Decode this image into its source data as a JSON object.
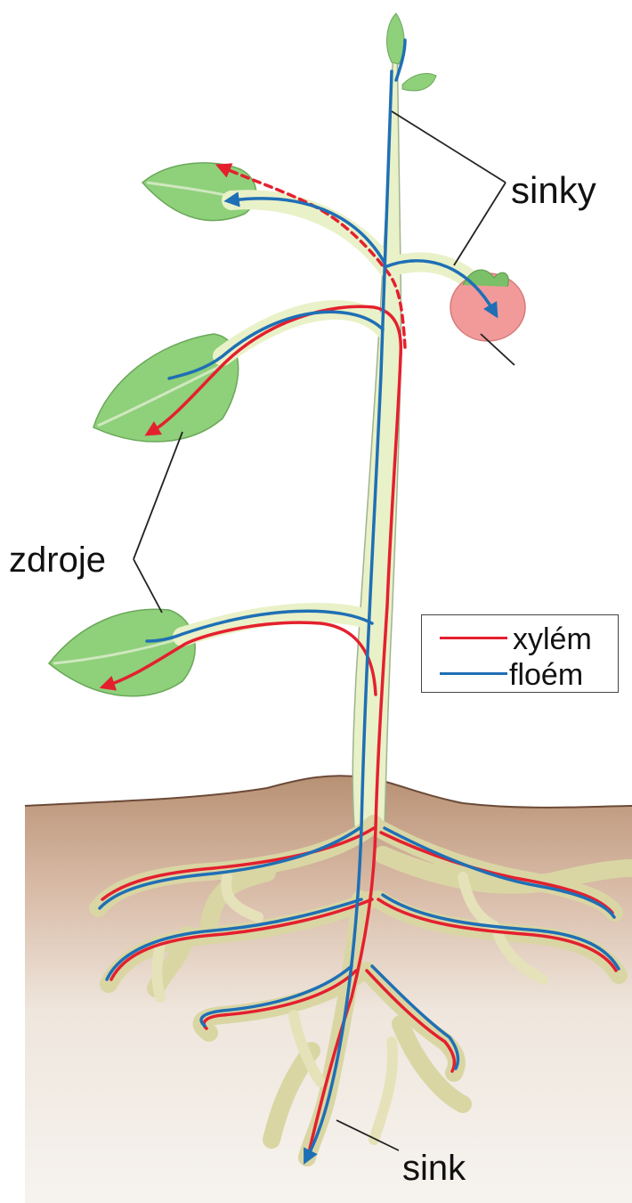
{
  "labels": {
    "sinks_top": "sinky",
    "sources": "zdroje",
    "sink_root": "sink"
  },
  "legend": {
    "items": [
      {
        "label": "xylém",
        "color": "#e4202e"
      },
      {
        "label": "floém",
        "color": "#1f6fb5"
      }
    ]
  },
  "colors": {
    "xylem": "#e4202e",
    "phloem": "#1f6fb5",
    "leaf": "#8fd07a",
    "stem": "#e9f1c8",
    "soil": "#c7a48a",
    "fruit": "#f29a9a"
  }
}
